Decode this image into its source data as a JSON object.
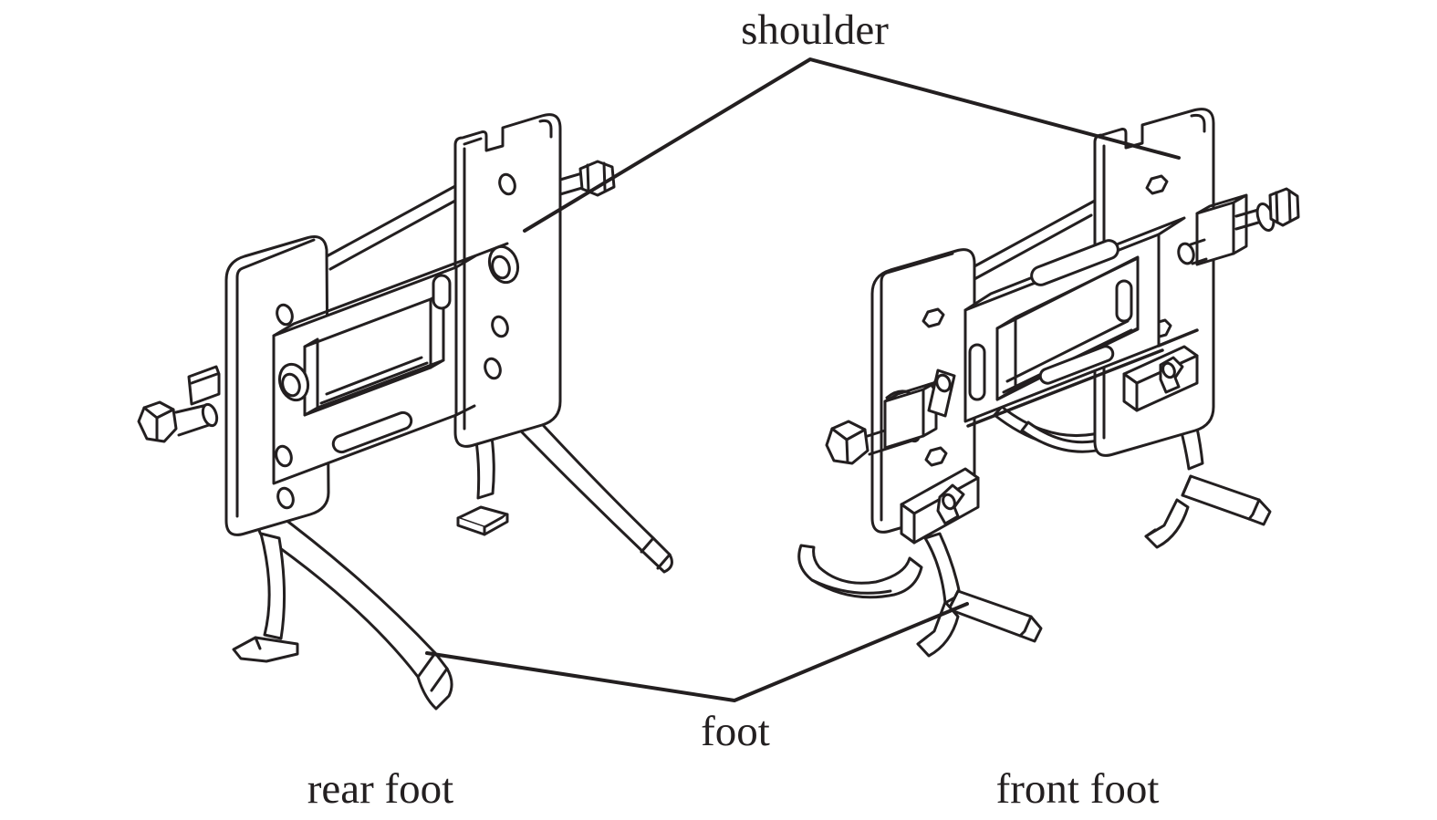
{
  "diagram": {
    "ink": "#231f20",
    "background": "#ffffff",
    "callouts": {
      "shoulder": "shoulder",
      "foot": "foot"
    },
    "captions": {
      "rear_foot": "rear foot",
      "front_foot": "front foot"
    }
  }
}
